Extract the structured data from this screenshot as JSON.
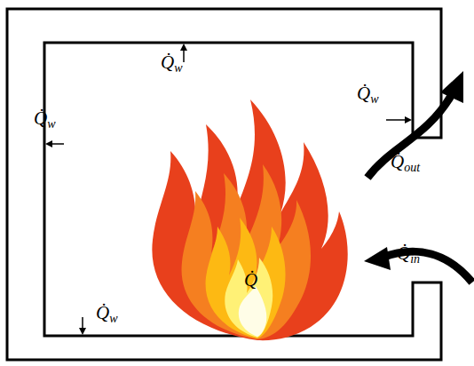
{
  "diagram": {
    "labels": [
      "Q̇w",
      "Q̇w",
      "Q̇w",
      "Q̇w",
      "Q̇out",
      "Q̇in",
      "Q̇"
    ]
  }
}
